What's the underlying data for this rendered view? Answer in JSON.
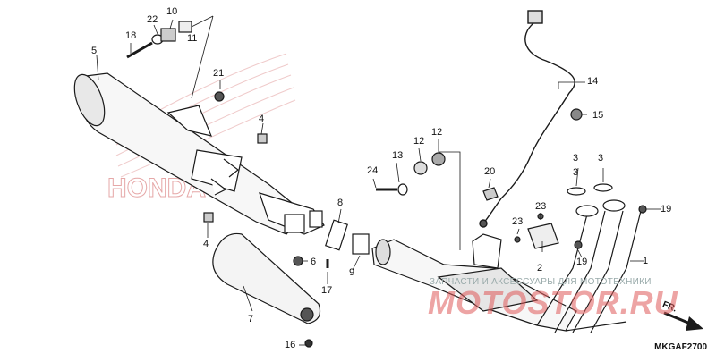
{
  "diagram": {
    "code": "MKGAF2700",
    "fr_label": "FR.",
    "watermark_text": "ЗАПЧАСТИ И АКСЕССУАРЫ ДЛЯ МОТОТЕХНИКИ",
    "watermark_logo": "MOTOSTOR.RU",
    "brand_mark": "HONDA",
    "part_numbers": [
      "1",
      "2",
      "3",
      "3",
      "3",
      "4",
      "4",
      "5",
      "6",
      "7",
      "8",
      "9",
      "10",
      "11",
      "12",
      "12",
      "13",
      "14",
      "15",
      "16",
      "17",
      "18",
      "19",
      "19",
      "20",
      "21",
      "22",
      "23",
      "23",
      "24"
    ],
    "colors": {
      "line": "#1a1a1a",
      "brand": "#c62828",
      "watermark": "#e57373"
    }
  }
}
